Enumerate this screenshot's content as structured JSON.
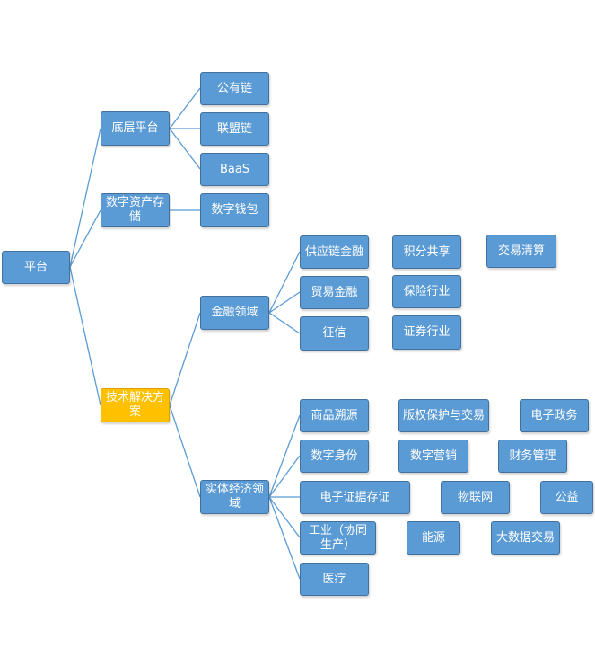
{
  "colors": {
    "node_fill": "#5b9bd5",
    "node_border": "#41719c",
    "highlight_fill": "#ffc000",
    "connector": "#5b9bd5",
    "text": "#ffffff"
  },
  "root": "平台",
  "level1": {
    "base_platform": "底层平台",
    "digital_asset_storage": "数字资产存储",
    "tech_solution": "技术解决方案"
  },
  "base_platform_children": [
    "公有链",
    "联盟链",
    "BaaS"
  ],
  "digital_asset_storage_children": [
    "数字钱包"
  ],
  "tech_solution_children": {
    "finance_domain": "金融领域",
    "real_economy_domain": "实体经济领域"
  },
  "finance_items": [
    "供应链金融",
    "积分共享",
    "交易清算",
    "贸易金融",
    "保险行业",
    "征信",
    "证券行业"
  ],
  "real_economy_items": [
    "商品溯源",
    "版权保护与交易",
    "电子政务",
    "数字身份",
    "数字营销",
    "财务管理",
    "电子证据存证",
    "物联网",
    "公益",
    "工业（协同生产）",
    "能源",
    "大数据交易",
    "医疗"
  ]
}
